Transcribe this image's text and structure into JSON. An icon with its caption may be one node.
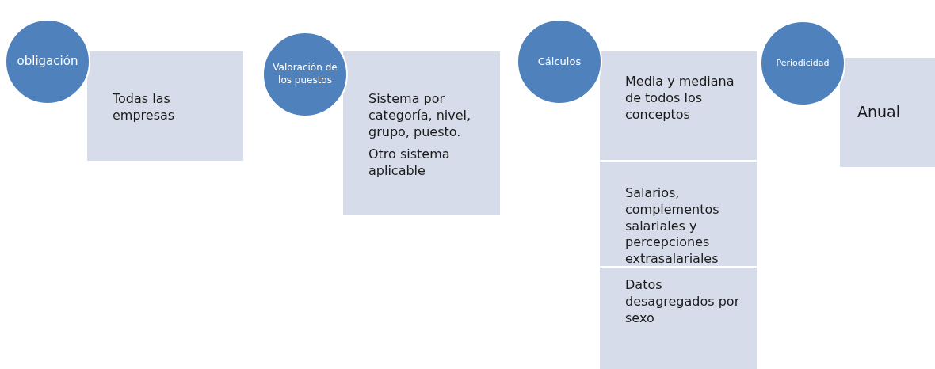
{
  "diagram": {
    "nodes": [
      {
        "text": [
          "obligación"
        ]
      },
      {
        "text": [
          "Todas las empresas"
        ]
      },
      {
        "text": [
          "Valoración de los puestos"
        ]
      },
      {
        "text": [
          "Sistema por categoría, nivel, grupo, puesto.",
          "Otro sistema aplicable"
        ]
      },
      {
        "text": [
          "Cálculos"
        ]
      },
      {
        "text": [
          "Media y mediana de todos los conceptos"
        ]
      },
      {
        "text": [
          "Salarios, complementos salariales y percepciones extrasalariales"
        ]
      },
      {
        "text": [
          "Datos desagregados por sexo"
        ]
      },
      {
        "text": [
          "Periodicidad"
        ]
      },
      {
        "text": [
          "Anual"
        ]
      }
    ]
  }
}
